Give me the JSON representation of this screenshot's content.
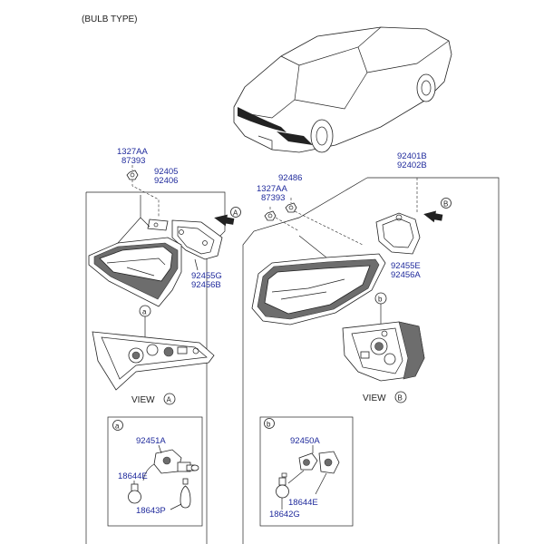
{
  "header": {
    "title": "(BULB TYPE)"
  },
  "labels": {
    "l_1327AA_a": "1327AA",
    "l_87393_a": "87393",
    "l_92405": "92405",
    "l_92406": "92406",
    "l_92486": "92486",
    "l_1327AA_b": "1327AA",
    "l_87393_b": "87393",
    "l_92401B": "92401B",
    "l_92402B": "92402B",
    "l_92455G": "92455G",
    "l_92456B": "92456B",
    "l_92455E": "92455E",
    "l_92456A": "92456A",
    "l_92451A": "92451A",
    "l_18644E_a": "18644E",
    "l_18643P": "18643P",
    "l_92450A": "92450A",
    "l_18644E_b": "18644E",
    "l_18642G": "18642G"
  },
  "views": {
    "left_caption": "VIEW",
    "left_letter": "A",
    "right_caption": "VIEW",
    "right_letter": "B"
  },
  "callouts": {
    "arrow_A": "A",
    "arrow_B": "B",
    "detail_a": "a",
    "detail_b": "b",
    "box_a": "a",
    "box_b": "b"
  }
}
